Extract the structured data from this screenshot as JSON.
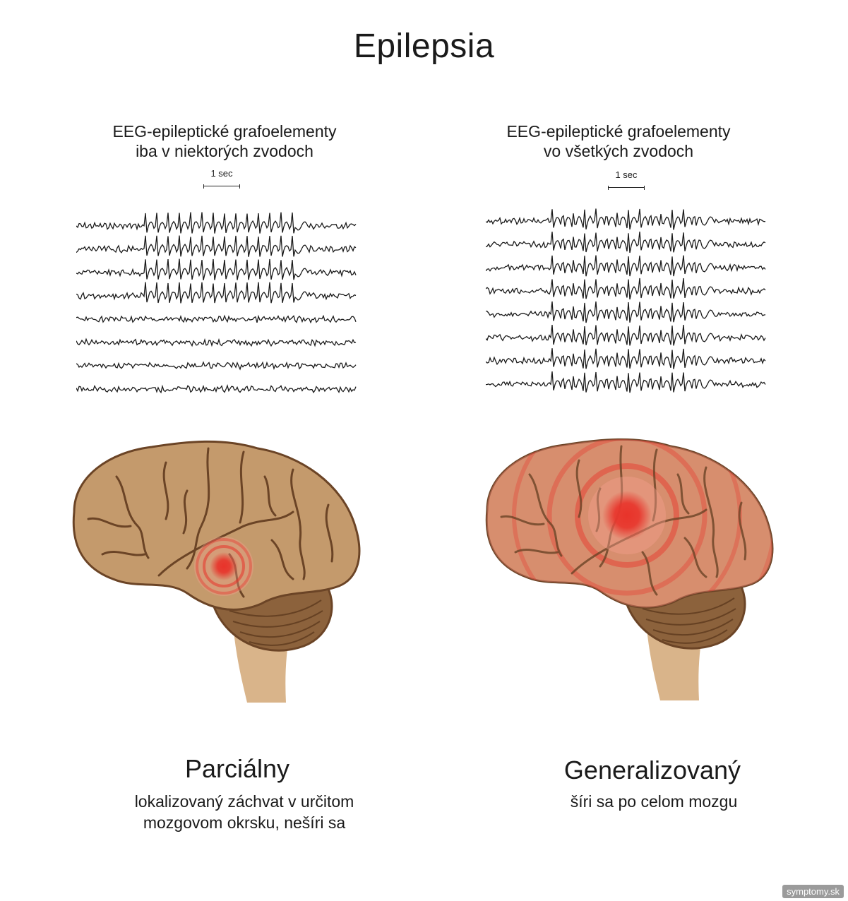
{
  "title": "Epilepsia",
  "left": {
    "eeg_caption": [
      "EEG-epileptické grafoelementy",
      "iba v niektorých zvodoch"
    ],
    "scale_label": "1 sec",
    "type_title": "Parciálny",
    "type_desc": [
      "lokalizovaný záchvat v určitom",
      "mozgovom okrsku, nešíri sa"
    ],
    "affected_channels": 4,
    "total_channels": 8
  },
  "right": {
    "eeg_caption": [
      "EEG-epileptické grafoelementy",
      "vo všetkých zvodoch"
    ],
    "scale_label": "1 sec",
    "type_title": "Generalizovaný",
    "type_desc": [
      "šíri sa po celom mozgu"
    ],
    "affected_channels": 8,
    "total_channels": 8
  },
  "watermark": "symptomy.sk",
  "colors": {
    "brain": "#c49a6c",
    "brain_dark": "#a87f55",
    "sulcus": "#6b4426",
    "stem": "#d9b48a",
    "focus": "#e8332a",
    "eeg": "#1a1a1a"
  }
}
